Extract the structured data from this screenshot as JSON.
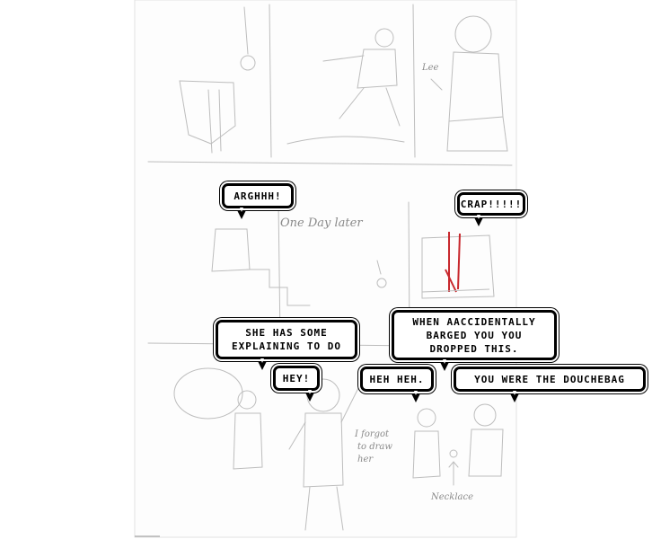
{
  "speech_bubbles": {
    "arghhh": "ARGHHH!",
    "crap": "CRAP!!!!!",
    "explaining": "SHE HAS SOME\nEXPLAINING TO DO",
    "hey": "HEY!",
    "barged": "WHEN AACCIDENTALLY\nBARGED YOU YOU\nDROPPED THIS.",
    "heh": "HEH HEH.",
    "douchebag": "YOU WERE THE DOUCHEBAG"
  },
  "sketch_text": {
    "lee": "Lee",
    "one_day_later": "One Day later",
    "forgot_line1": "I forgot",
    "forgot_line2": "to draw",
    "forgot_line3": "her",
    "necklace": "Necklace"
  },
  "colors": {
    "pencil": "#b4b4b4",
    "ink": "#000000",
    "blood": "#c8282d"
  }
}
